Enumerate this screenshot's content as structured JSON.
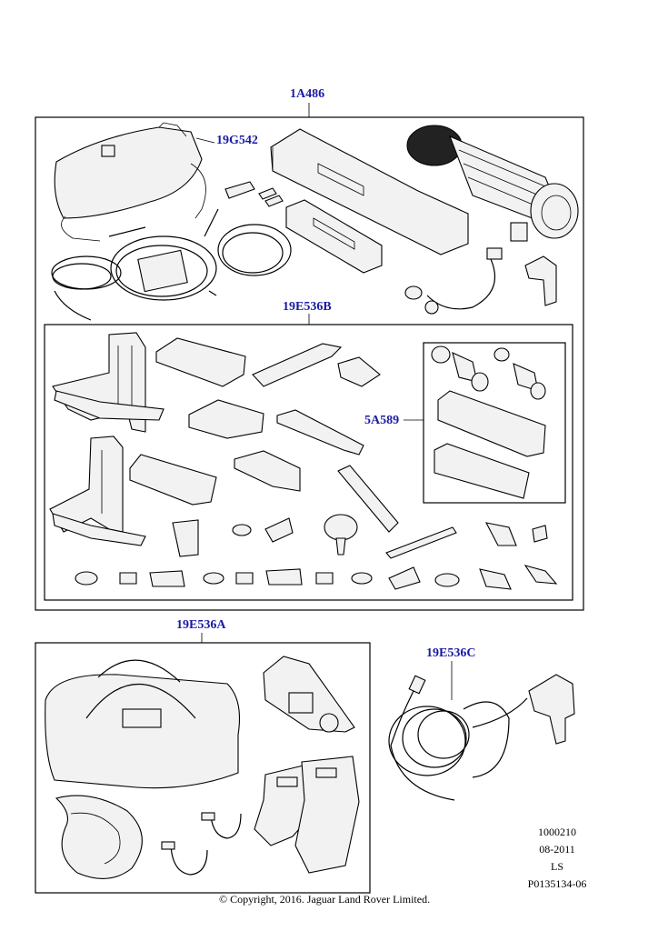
{
  "colors": {
    "callout": "#1a1aa6",
    "line": "#000000",
    "background": "#ffffff"
  },
  "callouts": {
    "kit": "1A486",
    "cover": "19G542",
    "fitting_kit": "19E536B",
    "bracket_kit": "5A589",
    "accessory_bag": "19E536A",
    "remote_control": "19E536C"
  },
  "reference": {
    "number": "1000210",
    "date": "08-2011",
    "code": "LS",
    "illustration": "P0135134-06"
  },
  "copyright": "© Copyright, 2016. Jaguar Land Rover Limited."
}
